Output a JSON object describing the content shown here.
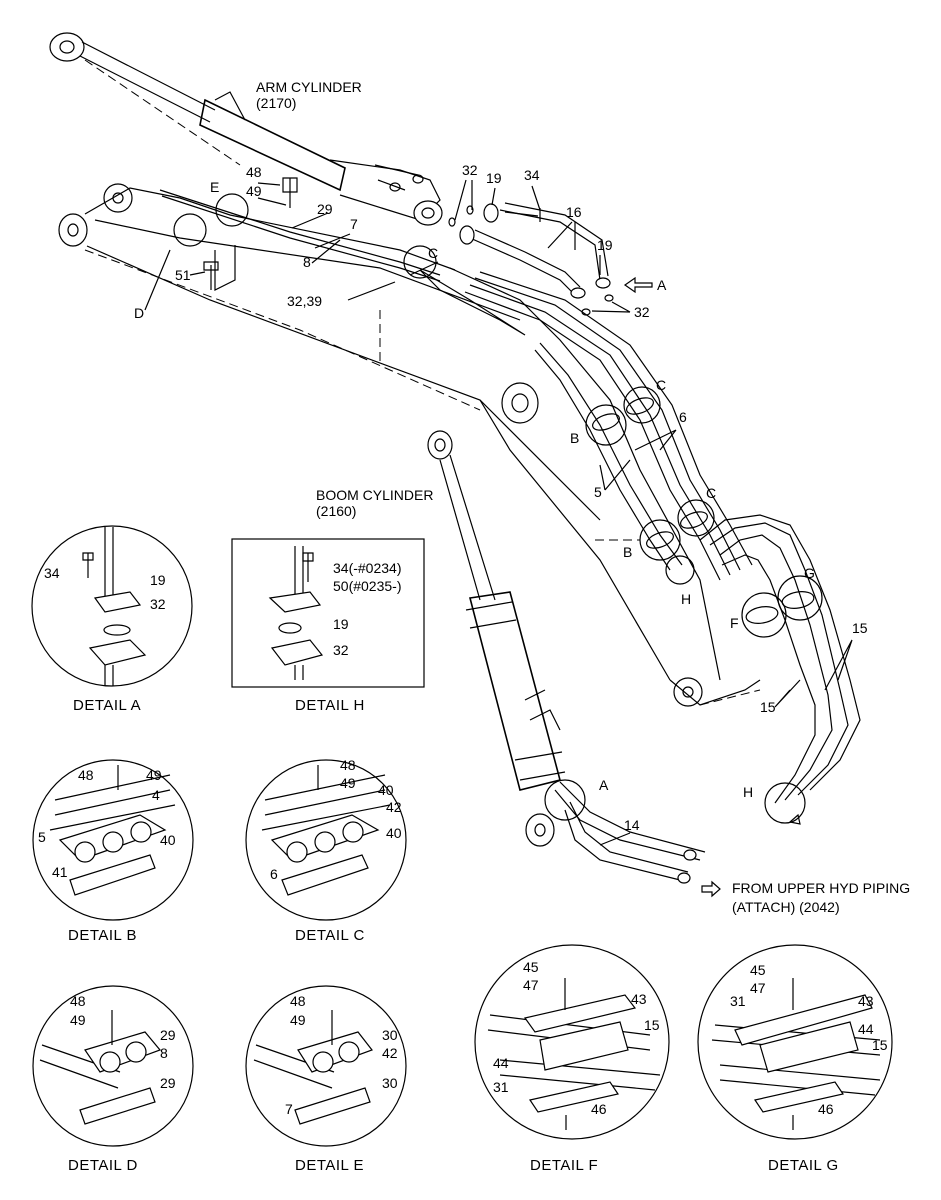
{
  "titles": {
    "arm_cylinder": "ARM CYLINDER",
    "arm_cylinder_code": "(2170)",
    "boom_cylinder": "BOOM CYLINDER",
    "boom_cylinder_code": "(2160)",
    "from_upper": "FROM UPPER HYD PIPING",
    "from_upper_code": "(ATTACH) (2042)"
  },
  "callouts": {
    "c32a": "32",
    "c19a": "19",
    "c34": "34",
    "c16": "16",
    "c19b": "19",
    "cA": "A",
    "c32b": "32",
    "c48": "48",
    "c49": "49",
    "cE": "E",
    "c29": "29",
    "c7": "7",
    "c8": "8",
    "cC1": "C",
    "c51": "51",
    "cD": "D",
    "c3239": "32,39",
    "cC2": "C",
    "cB1": "B",
    "c6": "6",
    "c5": "5",
    "cC3": "C",
    "cB2": "B",
    "cH1": "H",
    "cG": "G",
    "cF": "F",
    "c15a": "15",
    "c15b": "15",
    "cH2": "H",
    "cA2": "A",
    "c14": "14"
  },
  "details": {
    "A": {
      "title": "DETAIL  A",
      "labels": [
        "34",
        "19",
        "32"
      ]
    },
    "H": {
      "title": "DETAIL  H",
      "labels": [
        "34(-#0234)",
        "50(#0235-)",
        "19",
        "32"
      ]
    },
    "B": {
      "title": "DETAIL  B",
      "labels": [
        "48",
        "49",
        "4",
        "5",
        "40",
        "41"
      ]
    },
    "C": {
      "title": "DETAIL  C",
      "labels": [
        "48",
        "49",
        "40",
        "42",
        "40",
        "6"
      ]
    },
    "D": {
      "title": "DETAIL  D",
      "labels": [
        "48",
        "49",
        "29",
        "8",
        "29"
      ]
    },
    "E": {
      "title": "DETAIL  E",
      "labels": [
        "48",
        "49",
        "30",
        "42",
        "30",
        "7"
      ]
    },
    "F": {
      "title": "DETAIL  F",
      "labels": [
        "45",
        "47",
        "43",
        "15",
        "44",
        "31",
        "46"
      ]
    },
    "G": {
      "title": "DETAIL  G",
      "labels": [
        "45",
        "47",
        "31",
        "43",
        "44",
        "15",
        "46"
      ]
    }
  },
  "colors": {
    "ink": "#000000",
    "paper": "#ffffff"
  }
}
